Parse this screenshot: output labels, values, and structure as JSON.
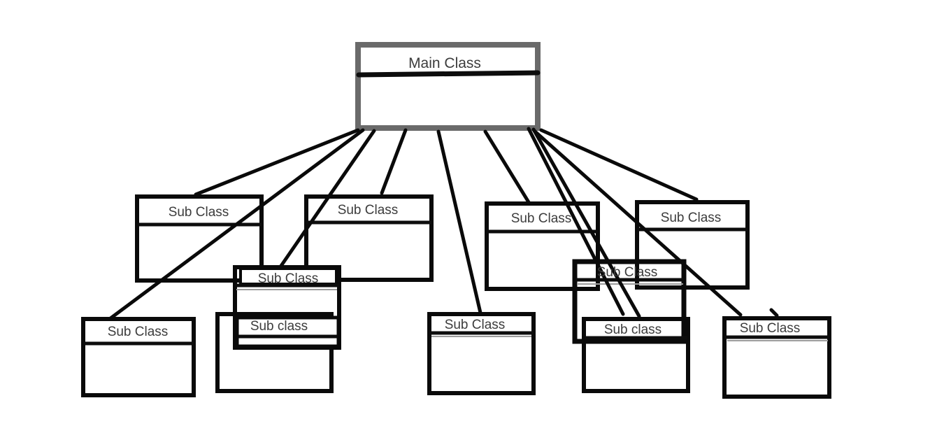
{
  "diagram": {
    "kind": "hand-drawn class hierarchy sketch",
    "main_class": {
      "label": "Main Class"
    },
    "sub_classes": [
      {
        "id": "sub-top-left",
        "label": "Sub Class"
      },
      {
        "id": "sub-top-mid-left",
        "label": "Sub Class"
      },
      {
        "id": "sub-overlap-left",
        "label": "Sub Class"
      },
      {
        "id": "sub-top-mid-right",
        "label": "Sub Class"
      },
      {
        "id": "sub-top-right",
        "label": "Sub Class"
      },
      {
        "id": "sub-overlap-right",
        "label": "Sub Class"
      },
      {
        "id": "sub-bottom-far-left",
        "label": "Sub Class"
      },
      {
        "id": "sub-bottom-left",
        "label": "Sub class"
      },
      {
        "id": "sub-bottom-middle",
        "label": "Sub Class"
      },
      {
        "id": "sub-bottom-mid-right",
        "label": "Sub class"
      },
      {
        "id": "sub-bottom-right",
        "label": "Sub Class"
      }
    ],
    "edges": [
      {
        "from": "main-class",
        "to": "sub-top-left"
      },
      {
        "from": "main-class",
        "to": "sub-bottom-far-left"
      },
      {
        "from": "main-class",
        "to": "sub-overlap-left"
      },
      {
        "from": "main-class",
        "to": "sub-top-mid-left"
      },
      {
        "from": "main-class",
        "to": "sub-bottom-middle"
      },
      {
        "from": "main-class",
        "to": "sub-top-mid-right"
      },
      {
        "from": "main-class",
        "to": "sub-bottom-mid-right"
      },
      {
        "from": "main-class",
        "to": "sub-bottom-mid-right"
      },
      {
        "from": "main-class",
        "to": "sub-top-right"
      },
      {
        "from": "main-class",
        "to": "sub-bottom-right"
      }
    ],
    "colors": {
      "background": "#ffffff",
      "main_box_border": "#6a6a6a",
      "sub_box_border": "#0a0a0a",
      "connector": "#0a0a0a",
      "divider": "#0d0d0d",
      "faint_line": "#9c9c9c",
      "label_text": "#3c3c3c"
    }
  }
}
